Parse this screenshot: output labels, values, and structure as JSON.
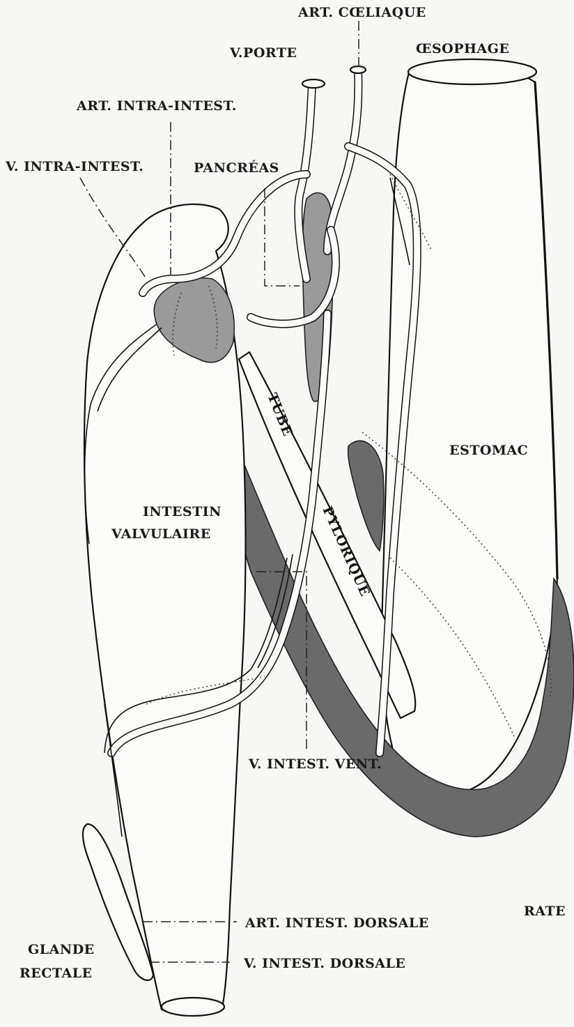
{
  "labels": {
    "art_coeliaque": "ART. CŒLIAQUE",
    "v_porte": "V.PORTE",
    "oesophage": "ŒSOPHAGE",
    "art_intra_intest": "ART. INTRA-INTEST.",
    "v_intra_intest": "V. INTRA-INTEST.",
    "pancreas": "PANCRÉAS",
    "estomac": "ESTOMAC",
    "intestin": "INTESTIN",
    "valvulaire": "VALVULAIRE",
    "tube": "TUBE",
    "pylorique": "PYLORIQUE",
    "v_intest_vent": "V. INTEST. VENT.",
    "art_intest_dorsale": "ART. INTEST. DORSALE",
    "v_intest_dorsale": "V. INTEST. DORSALE",
    "glande": "GLANDE",
    "rectale": "RECTALE",
    "rate": "RATE"
  },
  "colors": {
    "background": "#f7f7f5",
    "ink": "#111111",
    "spleen": "#6a6a6a",
    "pancreas": "#9a9a9a"
  }
}
